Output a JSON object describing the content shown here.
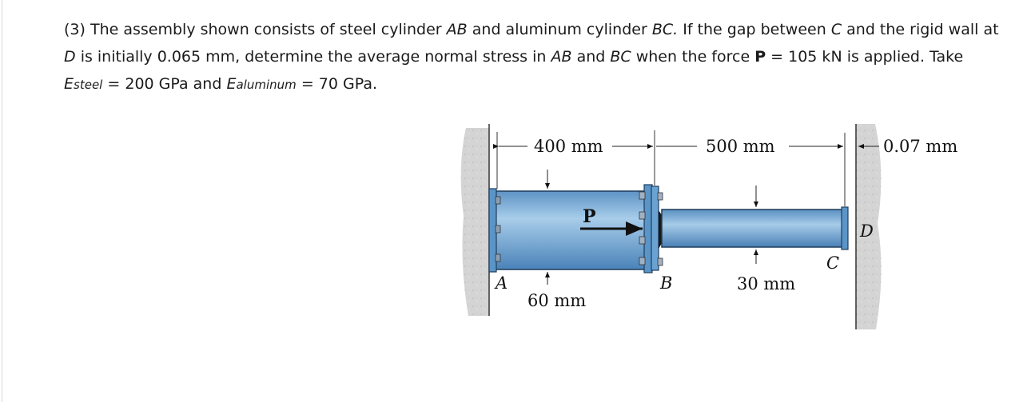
{
  "problem": {
    "number": "(3)",
    "t1": "The assembly shown consists of steel cylinder",
    "ab1": "AB",
    "t2": "and aluminum cylinder",
    "bc1": "BC.",
    "t3": "If the gap between",
    "c1": "C",
    "t4": "and the rigid wall at",
    "d1": "D",
    "t5": "is initially 0.065 mm, determine the average normal stress in",
    "ab2": "AB",
    "t6": "and",
    "bc2": "BC",
    "t7": "when the force",
    "p": "P",
    "t8": "= 105 kN is applied. Take",
    "esteel": "E",
    "esteel_sub": "steel",
    "t9": "= 200 GPa and",
    "ealum": "E",
    "ealum_sub": "aluminum",
    "t10": "= 70 GPa."
  },
  "figure": {
    "dim_ab": "400 mm",
    "dim_bc": "500 mm",
    "dim_gap": "0.07 mm",
    "label_a": "A",
    "label_b": "B",
    "label_c": "C",
    "label_d": "D",
    "label_p": "P",
    "dia_ab": "60 mm",
    "dia_bc": "30 mm",
    "colors": {
      "cylinder": "#7fb4dc",
      "cylinder_dark": "#4a86ba",
      "flange": "#5b95c8",
      "wall": "#d2d2d2"
    }
  }
}
